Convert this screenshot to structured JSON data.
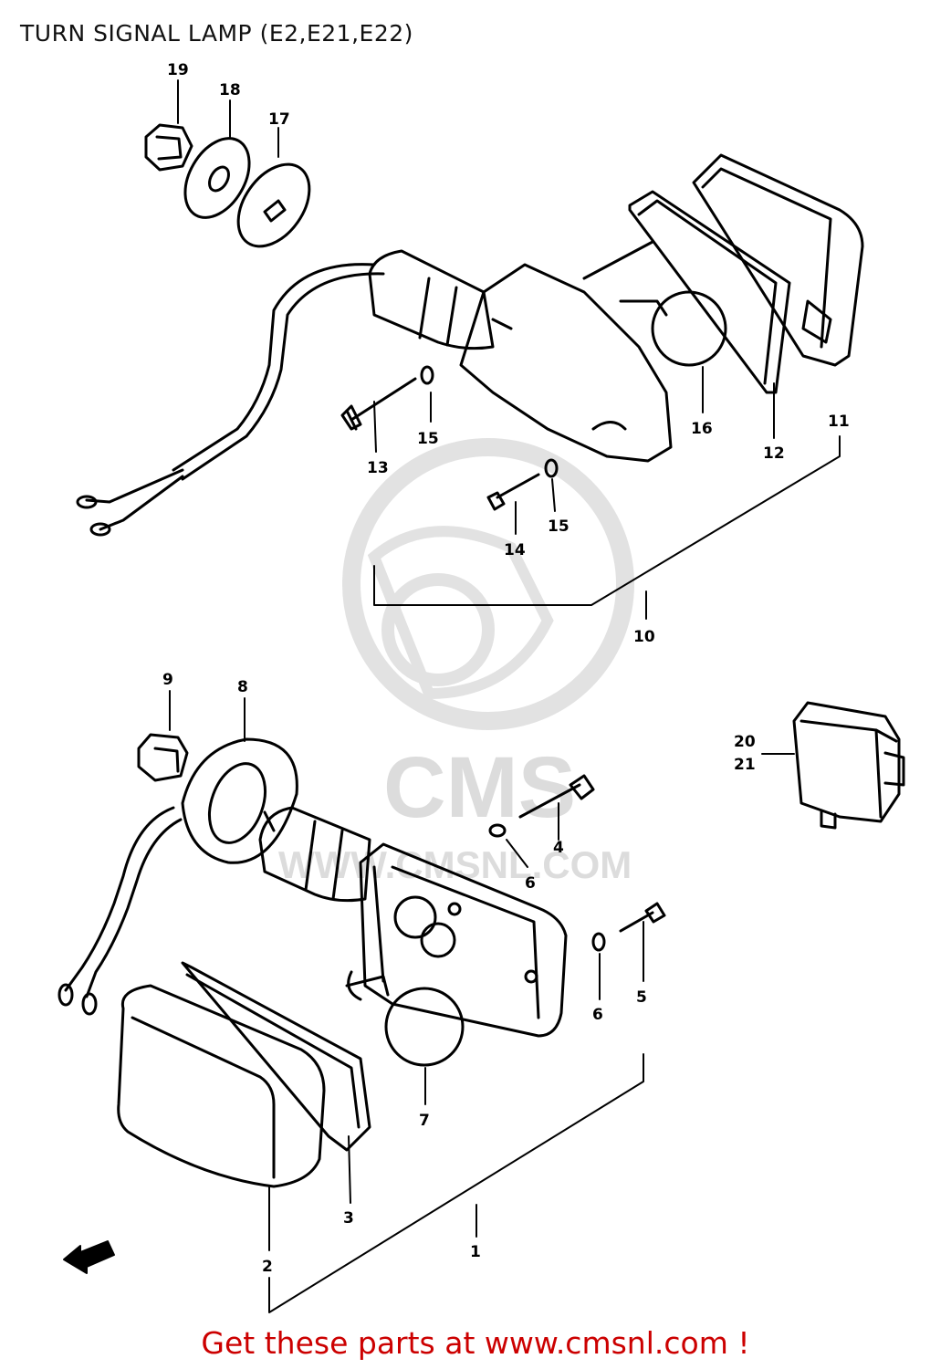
{
  "title": "TURN SIGNAL LAMP (E2,E21,E22)",
  "watermark": {
    "brand": "CMS",
    "site": "WWW.CMSNL.COM"
  },
  "footer": {
    "text": "Get these parts at www.cmsnl.com !",
    "color": "#cc0000"
  },
  "callouts": {
    "c1": "1",
    "c2": "2",
    "c3": "3",
    "c4": "4",
    "c5": "5",
    "c6a": "6",
    "c6b": "6",
    "c7": "7",
    "c8": "8",
    "c9": "9",
    "c10": "10",
    "c11": "11",
    "c12": "12",
    "c13": "13",
    "c14": "14",
    "c15a": "15",
    "c15b": "15",
    "c16": "16",
    "c17": "17",
    "c18": "18",
    "c19": "19",
    "c20": "20",
    "c21": "21"
  }
}
